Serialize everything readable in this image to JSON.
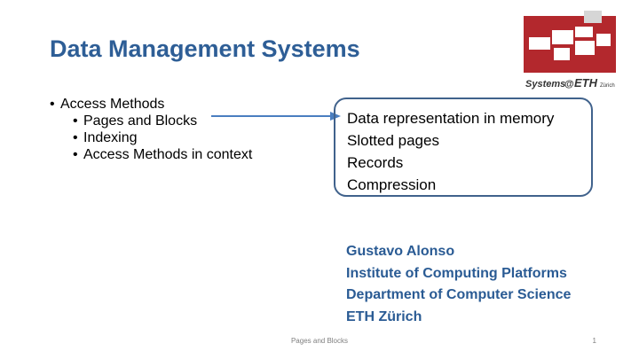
{
  "slide": {
    "title": "Data Management Systems",
    "bullets": {
      "main": "Access Methods",
      "sub": [
        "Pages and Blocks",
        "Indexing",
        "Access Methods in context"
      ]
    },
    "callout": {
      "lines": [
        "Data representation in memory",
        "Slotted pages",
        "Records",
        "Compression"
      ]
    },
    "author": {
      "lines": [
        "Gustavo Alonso",
        "Institute of Computing Platforms",
        "Department of Computer Science",
        "ETH Zürich"
      ]
    },
    "footer": {
      "center": "Pages and Blocks",
      "page": "1"
    },
    "logo": {
      "text_systems": "Systems",
      "text_at": "@",
      "text_eth": "ETH",
      "text_zurich": "Zürich",
      "color": "#b3282d"
    },
    "colors": {
      "title": "#2e5e96",
      "author": "#2a5b94",
      "callout_border": "#40628c",
      "arrow": "#4a7ec0"
    }
  }
}
